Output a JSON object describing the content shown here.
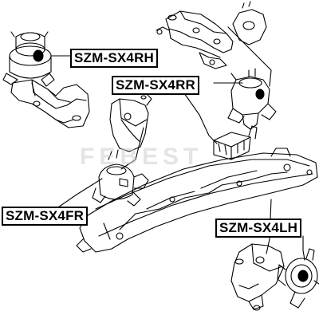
{
  "labels": {
    "rh": "SZM-SX4RH",
    "rr": "SZM-SX4RR",
    "fr": "SZM-SX4FR",
    "lh": "SZM-SX4LH"
  },
  "watermark": "FEBEST",
  "colors": {
    "ink": "#000000",
    "paper": "#ffffff",
    "watermark": "#cfcfcf"
  }
}
